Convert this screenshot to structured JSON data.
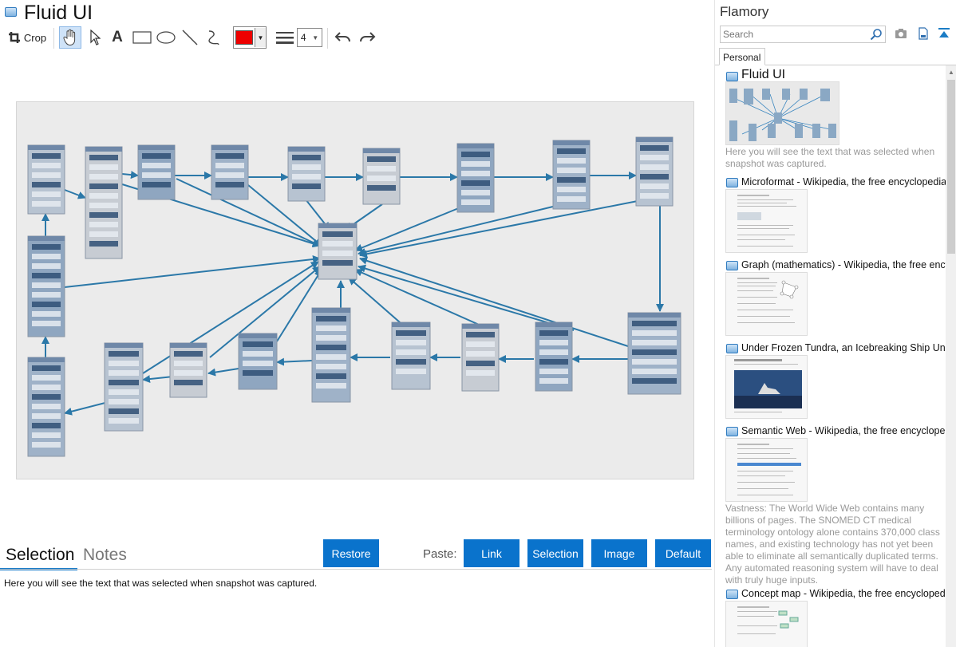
{
  "window": {
    "title": "Fluid UI"
  },
  "toolbar": {
    "crop_label": "Crop",
    "line_width": "4"
  },
  "tabs": {
    "selection": "Selection",
    "notes": "Notes"
  },
  "buttons": {
    "restore": "Restore",
    "paste_label": "Paste:",
    "link": "Link",
    "selection": "Selection",
    "image": "Image",
    "default": "Default"
  },
  "selection_text": "Here you will see the text that was selected when snapshot was captured.",
  "colors": {
    "accent": "#0a73cc",
    "stroke_color": "#ee0000",
    "arrow": "#2b78a8"
  },
  "sidebar": {
    "title": "Flamory",
    "search_placeholder": "Search",
    "tab": "Personal",
    "items": [
      {
        "title": "Fluid UI",
        "desc": "Here you will see the text that was selected when snapshot was captured."
      },
      {
        "title": "Microformat - Wikipedia, the free encyclopedia"
      },
      {
        "title": "Graph (mathematics) - Wikipedia, the free encyclopedia"
      },
      {
        "title": "Under Frozen Tundra, an Icebreaking Ship Uncovers..."
      },
      {
        "title": "Semantic Web - Wikipedia, the free encyclopedia",
        "desc": "Vastness: The World Wide Web contains many billions of pages. The SNOMED CT medical terminology ontology alone contains 370,000 class names, and existing technology has not yet been able to eliminate all semantically duplicated terms. Any automated reasoning system will have to deal with truly huge inputs."
      },
      {
        "title": "Concept map - Wikipedia, the free encyclopedia"
      }
    ]
  }
}
